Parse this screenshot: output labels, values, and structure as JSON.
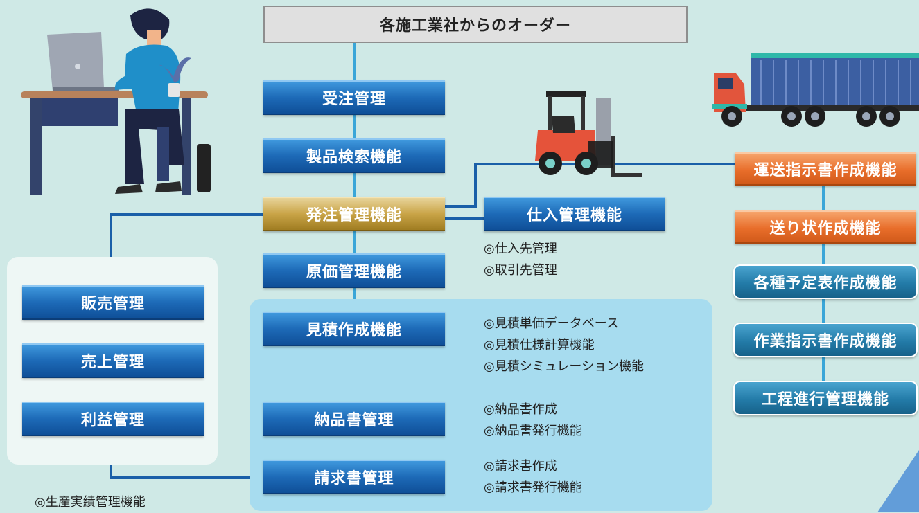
{
  "order_box": "各施工業社からのオーダー",
  "center_column": [
    "受注管理",
    "製品検索機能",
    "発注管理機能",
    "原価管理機能",
    "見積作成機能",
    "納品書管理",
    "請求書管理"
  ],
  "purchase_box": "仕入管理機能",
  "purchase_notes": [
    "◎仕入先管理",
    "◎取引先管理"
  ],
  "estimate_notes": [
    "◎見積単価データベース",
    "◎見積仕様計算機能",
    "◎見積シミュレーション機能"
  ],
  "delivery_notes": [
    "◎納品書作成",
    "◎納品書発行機能"
  ],
  "invoice_notes": [
    "◎請求書作成",
    "◎請求書発行機能"
  ],
  "left_column": [
    "販売管理",
    "売上管理",
    "利益管理"
  ],
  "production_note": "◎生産実績管理機能",
  "right_column": [
    "運送指示書作成機能",
    "送り状作成機能",
    "各種予定表作成機能",
    "作業指示書作成機能",
    "工程進行管理機能"
  ],
  "icons": [
    "office-worker-icon",
    "forklift-icon",
    "container-truck-icon"
  ],
  "colors": {
    "background": "#cfe9e6",
    "box_blue": "#1d6ab7",
    "box_gold": "#c9a447",
    "box_orange": "#e86d2a",
    "box_teal": "#237ba8",
    "connector": "#1a5fa8"
  }
}
